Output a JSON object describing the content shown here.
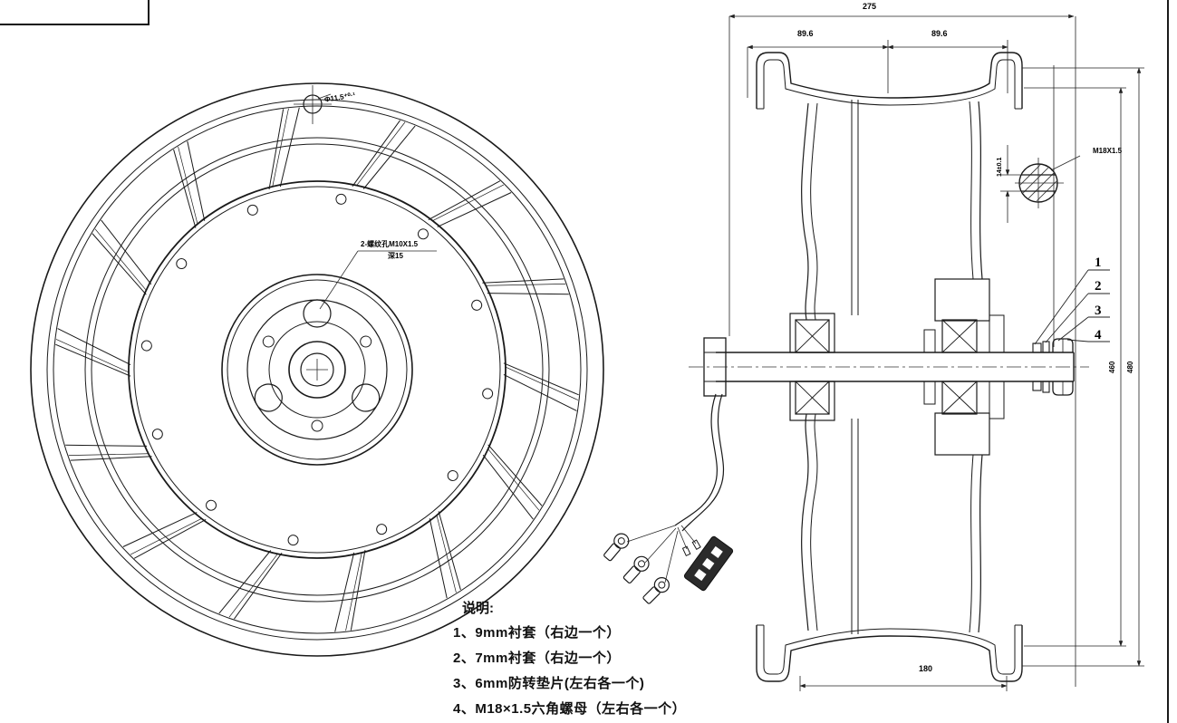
{
  "notes": {
    "title": "说明:",
    "items": [
      "1、9mm衬套（右边一个）",
      "2、7mm衬套（右边一个）",
      "3、6mm防转垫片(左右各一个)",
      "4、M18×1.5六角螺母（左右各一个）"
    ]
  },
  "dimensions": {
    "overall_width": "275",
    "offset_left": "89.6",
    "offset_right": "89.6",
    "inner_width": "180",
    "dia_inner": "460",
    "dia_outer": "480",
    "flat_width": "14±0.1",
    "thread_label": "M18X1.5"
  },
  "front_view": {
    "valve_hole_label": "Φ11.5⁺⁰·¹",
    "hub_note_line1": "2-螺纹孔M10X1.5",
    "hub_note_line2": "深15"
  },
  "section_view": {
    "part_callouts": [
      "1",
      "2",
      "3",
      "4"
    ]
  }
}
